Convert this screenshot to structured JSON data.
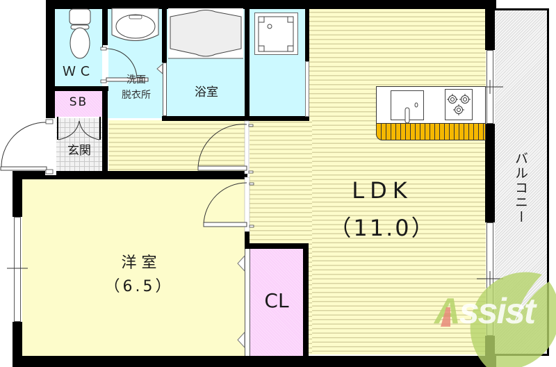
{
  "floorplan": {
    "rooms": {
      "wc": {
        "label": "ＷＣ"
      },
      "washroom": {
        "label_line1": "洗面",
        "label_line2": "脱衣所"
      },
      "bath": {
        "label": "浴室"
      },
      "sb": {
        "label": "SB"
      },
      "entrance": {
        "label": "玄関"
      },
      "ldk": {
        "label": "LDK",
        "size": "（11.0）"
      },
      "western": {
        "label": "洋 室",
        "size": "（6.5）"
      },
      "closet": {
        "label": "CL"
      },
      "balcony": {
        "label": "バルコニー"
      }
    },
    "watermark": {
      "text_a": "A",
      "text_rest": "ssist"
    },
    "colors": {
      "wet_area": "#ccf9ff",
      "storage": "#fbd2fb",
      "living": "#fdfccb",
      "kitchen_counter": "#f5b800",
      "wall": "#000000",
      "watermark_green": "#b5d36a",
      "watermark_red": "#e88a7a"
    }
  }
}
